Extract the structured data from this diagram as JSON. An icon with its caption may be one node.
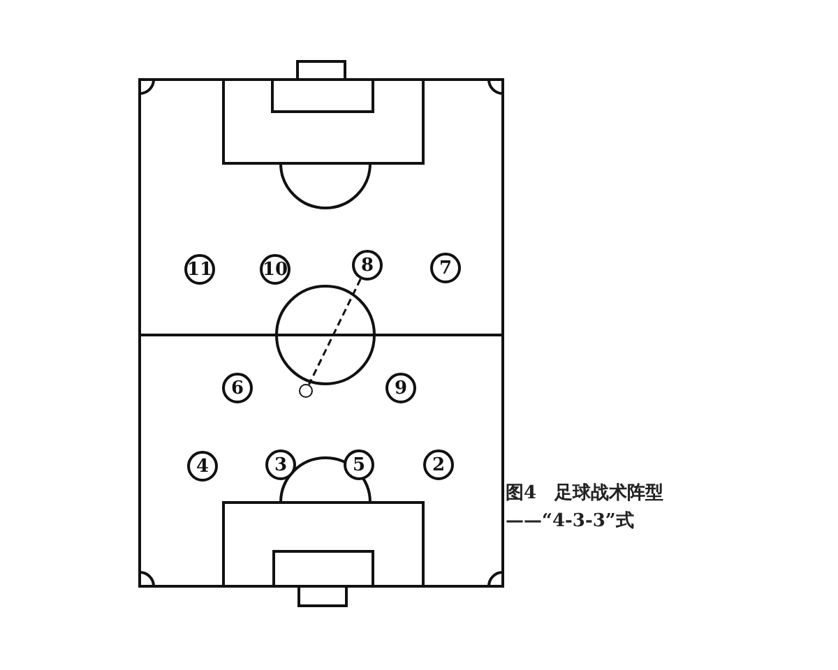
{
  "diagram": {
    "caption": "图4　足球战术阵型——“4-3-3”式",
    "nodes": [
      {
        "text": [
          "11"
        ]
      },
      {
        "text": [
          "10"
        ]
      },
      {
        "text": [
          "8"
        ]
      },
      {
        "text": [
          "7"
        ]
      },
      {
        "text": [
          "6"
        ]
      },
      {
        "text": [],
        "shape": "circle"
      },
      {
        "text": [
          "9"
        ]
      },
      {
        "text": [
          "4"
        ]
      },
      {
        "text": [
          "3"
        ]
      },
      {
        "text": [
          "5"
        ]
      },
      {
        "text": [
          "2"
        ]
      }
    ],
    "edges": [
      {
        "from": 2,
        "to": 5,
        "arrow": "none",
        "style": "dashed"
      }
    ]
  }
}
